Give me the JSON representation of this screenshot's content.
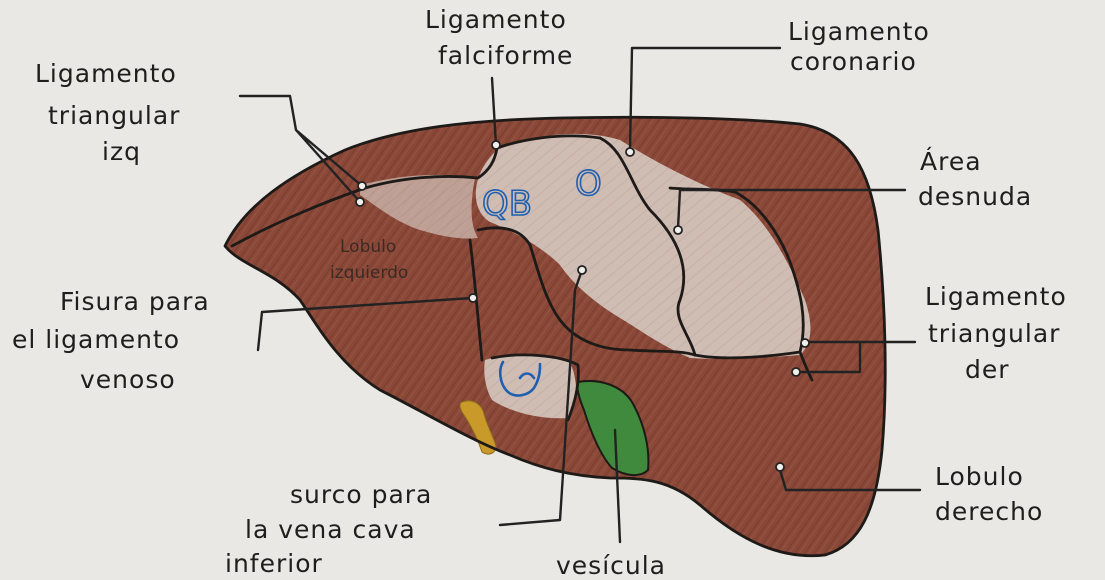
{
  "labels": {
    "lig_triangular_izq": [
      "Ligamento",
      "triangular",
      "izq"
    ],
    "lig_falciforme": [
      "Ligamento",
      "falciforme"
    ],
    "lig_coronario": [
      "Ligamento",
      "coronario"
    ],
    "area_desnuda": [
      "Área",
      "desnuda"
    ],
    "lig_triangular_der": [
      "Ligamento",
      "triangular",
      "der"
    ],
    "lobulo_derecho": [
      "Lobulo",
      "derecho"
    ],
    "vesicula": "vesícula",
    "surco_vena_cava": [
      "surco para",
      "la vena cava",
      "inferior"
    ],
    "fisura_lig_venoso": [
      "Fisura para",
      "el ligamento",
      "venoso"
    ],
    "lobulo_izquierdo": [
      "Lobulo",
      "izquierdo"
    ]
  },
  "region_marks": {
    "quadrate_lobe": "QB",
    "caudate_lobe": "O"
  },
  "colors": {
    "paper": "#e9e8e4",
    "liver": "#8c4a3a",
    "bare_area": "#cdbbb2",
    "gallbladder": "#3f8a3c",
    "ligament_stub": "#c99a2a",
    "blue_ink": "#1f5fb0"
  }
}
